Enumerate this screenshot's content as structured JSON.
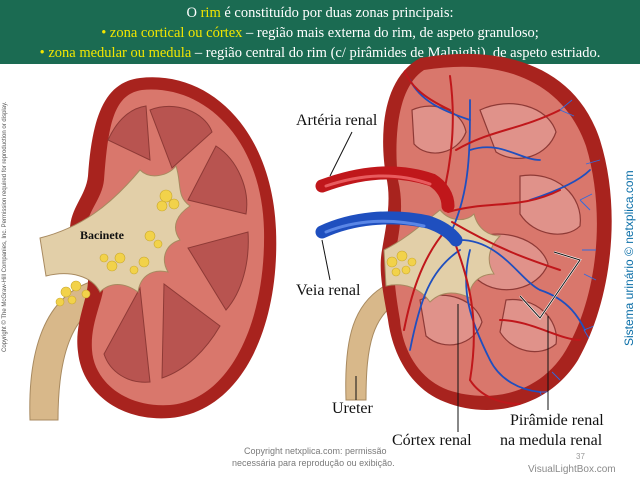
{
  "header": {
    "line1_prefix": "O ",
    "line1_highlight": "rim",
    "line1_suffix": " é constituído por duas zonas principais:",
    "line2_highlight": "• zona cortical ou córtex",
    "line2_suffix": " – região mais externa do rim, de aspeto granuloso;",
    "line3_highlight": "• zona medular ou medula",
    "line3_suffix": " – região central do rim (c/ pirâmides de Malpighi), de aspeto estriado."
  },
  "labels": {
    "bacinete": "Bacinete",
    "arteria": "Artéria renal",
    "veia": "Veia renal",
    "ureter": "Ureter",
    "cortex": "Córtex renal",
    "piramide_l1": "Pirâmide renal",
    "piramide_l2": "na medula renal"
  },
  "credits": {
    "vertical_copyright": "Copyright © The McGraw-Hill Companies, Inc. Permission required for reproduction or display.",
    "side": "Sistema urinário © netxplica.com",
    "bottom_l1": "Copyright netxplica.com: permissão",
    "bottom_l2": "necessária para reprodução ou exibição.",
    "page": "37",
    "watermark": "VisualLightBox.com"
  },
  "colors": {
    "banner_bg": "#1b6b52",
    "highlight": "#f2e600",
    "artery": "#c0171b",
    "vein": "#1f4fbf",
    "kidney_outer": "#a8231e",
    "cortex": "#d9776c",
    "pyramid": "#b85450",
    "pelvis": "#e2cfa8",
    "fat": "#f2d24a"
  }
}
